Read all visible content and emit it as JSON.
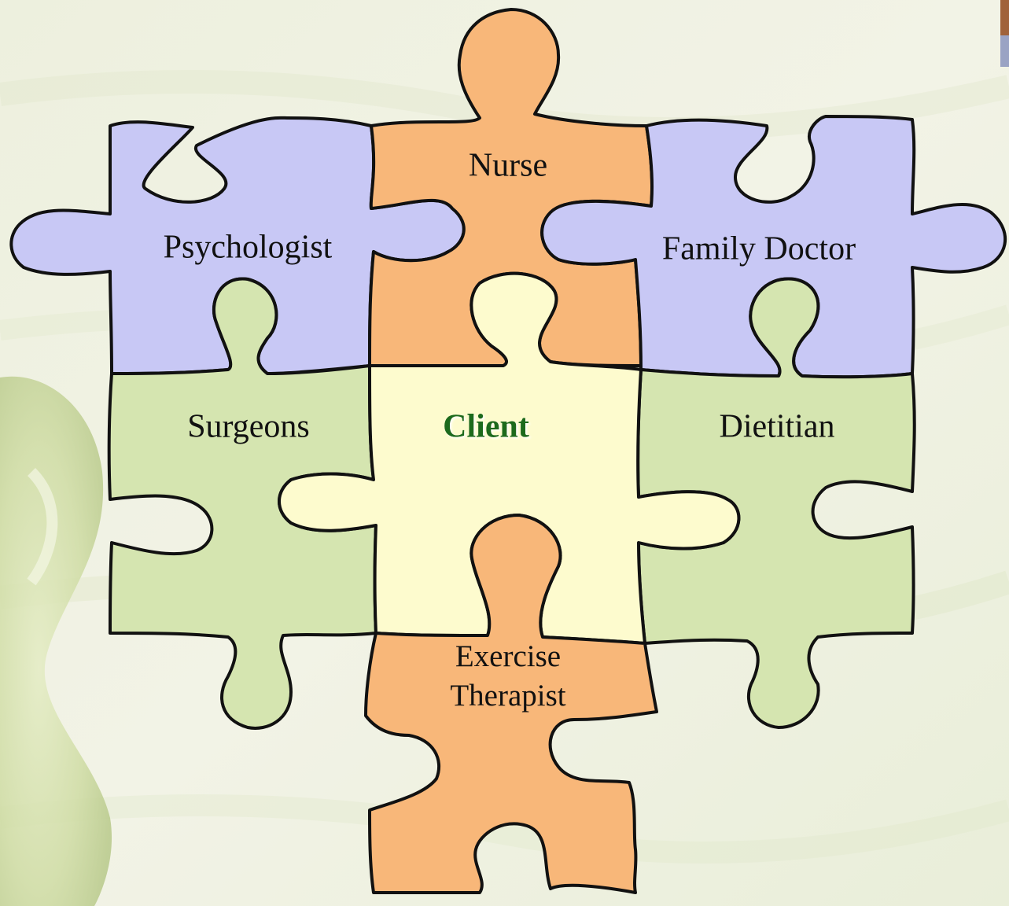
{
  "diagram": {
    "center": {
      "label": "Client"
    },
    "pieces": {
      "top": {
        "label": "Nurse"
      },
      "top_left": {
        "label": "Psychologist"
      },
      "top_right": {
        "label": "Family Doctor"
      },
      "left": {
        "label": "Surgeons"
      },
      "right": {
        "label": "Dietitian"
      },
      "bottom": {
        "label_line1": "Exercise",
        "label_line2": "Therapist"
      }
    }
  },
  "colors": {
    "lavender": "#c8c8f5",
    "peach": "#f8b779",
    "sage": "#d5e5b0",
    "cream": "#fdfbce",
    "client_text": "#1f6b1a",
    "outline": "#111111"
  }
}
